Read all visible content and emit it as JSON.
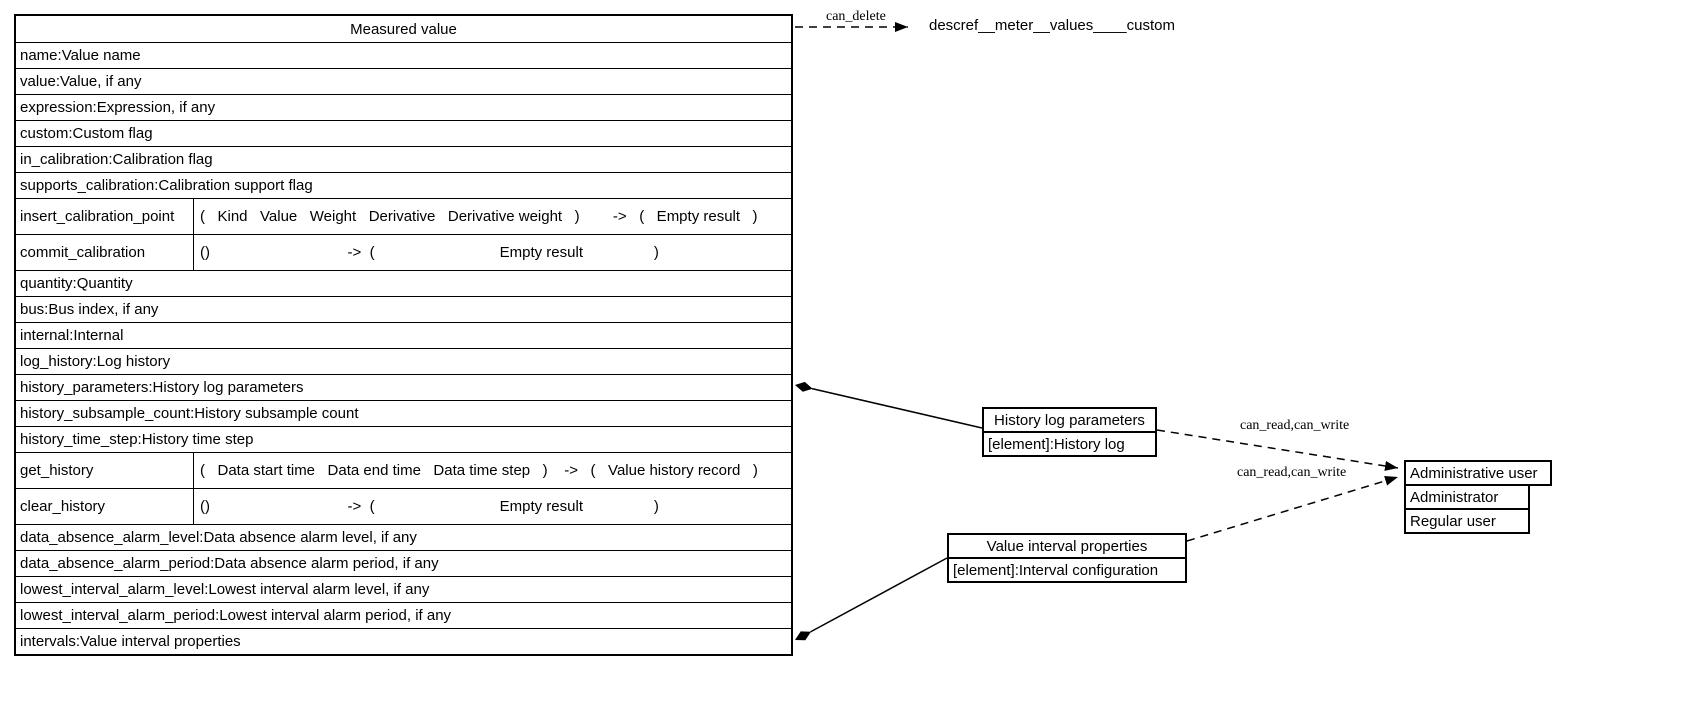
{
  "diagram": {
    "main_table": {
      "title": "Measured value",
      "rows": [
        {
          "text": "name:Value name"
        },
        {
          "text": "value:Value, if any"
        },
        {
          "text": "expression:Expression, if any"
        },
        {
          "text": "custom:Custom flag"
        },
        {
          "text": "in_calibration:Calibration flag"
        },
        {
          "text": "supports_calibration:Calibration support flag"
        },
        {
          "name": "insert_calibration_point",
          "sig": "(   Kind   Value   Weight   Derivative   Derivative weight   )        ->   (   Empty result   )"
        },
        {
          "name": "commit_calibration",
          "sig": "()                                 ->  (                              Empty result                 )"
        },
        {
          "text": "quantity:Quantity"
        },
        {
          "text": "bus:Bus index, if any"
        },
        {
          "text": "internal:Internal"
        },
        {
          "text": "log_history:Log history"
        },
        {
          "text": "history_parameters:History log parameters"
        },
        {
          "text": "history_subsample_count:History subsample count"
        },
        {
          "text": "history_time_step:History time step"
        },
        {
          "name": "get_history",
          "sig": "(   Data start time   Data end time   Data time step   )    ->   (   Value history record   )"
        },
        {
          "name": "clear_history",
          "sig": "()                                 ->  (                              Empty result                 )"
        },
        {
          "text": "data_absence_alarm_level:Data absence alarm level, if any"
        },
        {
          "text": "data_absence_alarm_period:Data absence alarm period, if any"
        },
        {
          "text": "lowest_interval_alarm_level:Lowest interval alarm level, if any"
        },
        {
          "text": "lowest_interval_alarm_period:Lowest interval alarm period, if any"
        },
        {
          "text": "intervals:Value interval properties"
        }
      ]
    },
    "descref_label": "descref__meter__values____custom",
    "edges": {
      "can_delete": "can_delete",
      "history_acl": "can_read,can_write",
      "intervals_acl": "can_read,can_write"
    },
    "history_box": {
      "title": "History log parameters",
      "element_row": "[element]:History log"
    },
    "intervals_box": {
      "title": "Value interval properties",
      "element_row": "[element]:Interval configuration"
    },
    "admin_box": {
      "title": "Administrative user",
      "rows": [
        "Administrator",
        "Regular user"
      ]
    },
    "colors": {
      "line": "#000000",
      "background": "#ffffff",
      "text": "#000000"
    }
  }
}
